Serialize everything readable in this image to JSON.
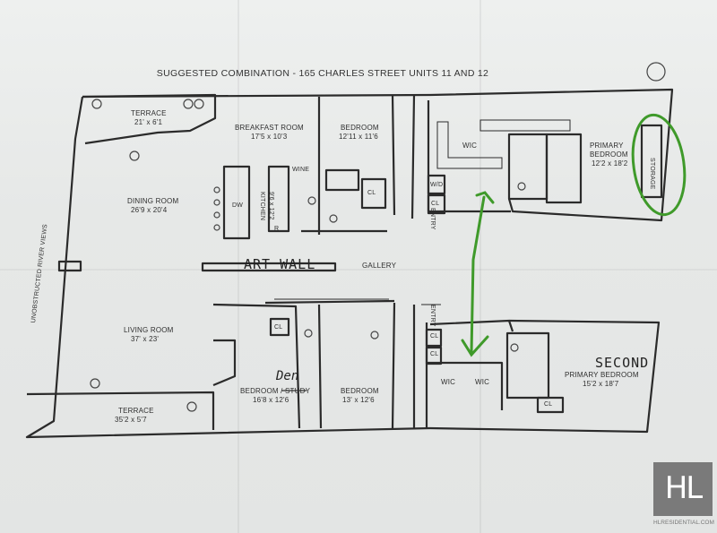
{
  "title": "SUGGESTED COMBINATION - 165 CHARLES STREET UNITS 11 AND 12",
  "rooms": {
    "terrace_top": {
      "name": "TERRACE",
      "dims": "21' x 6'1"
    },
    "breakfast": {
      "name": "BREAKFAST ROOM",
      "dims": "17'5 x 10'3"
    },
    "bedroom_top": {
      "name": "BEDROOM",
      "dims": "12'11 x 11'6"
    },
    "wic_top": {
      "name": "WIC"
    },
    "primary": {
      "name": "PRIMARY",
      "line2": "BEDROOM",
      "dims": "12'2 x 18'2"
    },
    "storage": {
      "name": "STORAGE"
    },
    "dining": {
      "name": "DINING ROOM",
      "dims": "26'9 x 20'4"
    },
    "kitchen": {
      "name": "KITCHEN",
      "dims": "9'6 x 12'2"
    },
    "dw": "DW",
    "wine": "WINE",
    "wd": "W/D",
    "cl": "CL",
    "r": "R",
    "entry": "ENTRY",
    "gallery": {
      "name": "GALLERY"
    },
    "living": {
      "name": "LIVING ROOM",
      "dims": "37' x 23'"
    },
    "bedroom_study": {
      "name_a": "BEDROOM / ",
      "name_b": "STUDY",
      "dims": "16'8 x 12'6"
    },
    "bedroom_bottom": {
      "name": "BEDROOM",
      "dims": "13' x 12'6"
    },
    "wic_b1": {
      "name": "WIC"
    },
    "wic_b2": {
      "name": "WIC"
    },
    "primary2": {
      "name": "PRIMARY BEDROOM",
      "dims": "15'2 x 18'7"
    },
    "terrace_bottom": {
      "name": "TERRACE",
      "dims": "35'2 x 5'7"
    }
  },
  "side_label": "UNOBSTRUCTED RIVER VIEWS",
  "handwritten": {
    "art_wall": "ART WALL",
    "den": "Den",
    "second": "SECOND"
  },
  "logo": {
    "text": "HL",
    "site": "HLRESIDENTIAL.COM"
  },
  "colors": {
    "wall": "#2b2b2b",
    "annotation_green": "#3f9a2a",
    "paper": "#e8e9e9"
  }
}
